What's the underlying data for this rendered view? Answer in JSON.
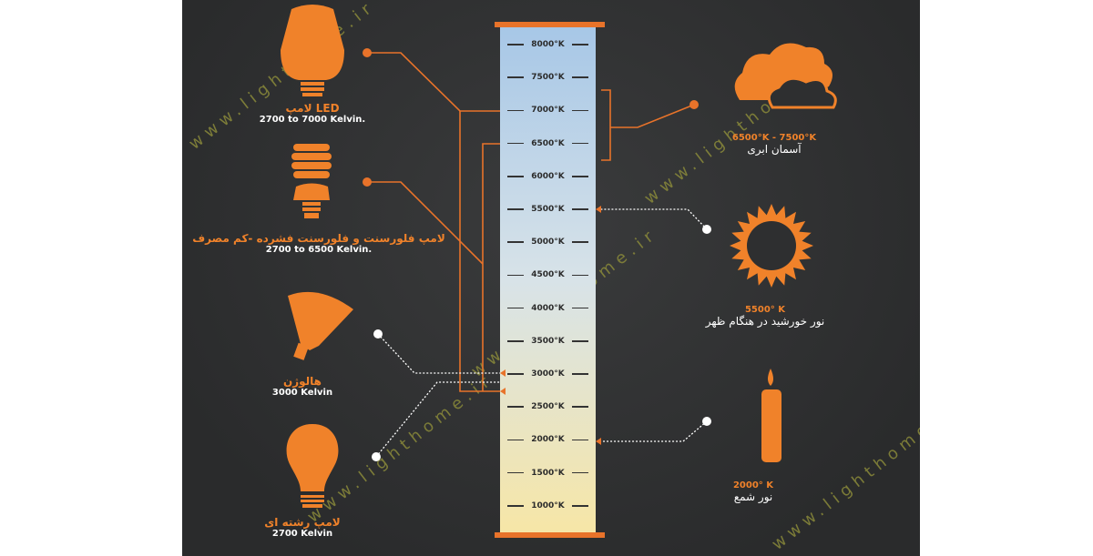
{
  "scale": {
    "ticks": [
      "8000°K",
      "7500°K",
      "7000°K",
      "6500°K",
      "6000°K",
      "5500°K",
      "5000°K",
      "4500°K",
      "4000°K",
      "3500°K",
      "3000°K",
      "2500°K",
      "2000°K",
      "1500°K",
      "1000°K"
    ]
  },
  "left_items": [
    {
      "title": "لامپ LED",
      "subtitle": "2700 to 7000  Kelvin.",
      "icon": "led-bulb-icon"
    },
    {
      "title": "لامپ فلورسنت و فلورسنت فشرده -کم مصرف",
      "subtitle": "2700 to 6500  Kelvin.",
      "icon": "cfl-bulb-icon"
    },
    {
      "title": "هالوژن",
      "subtitle": "3000 Kelvin",
      "icon": "halogen-lamp-icon"
    },
    {
      "title": "لامپ رشته ای",
      "subtitle": "2700 Kelvin",
      "icon": "incandescent-bulb-icon"
    }
  ],
  "right_items": [
    {
      "value": "6500°K - 7500°K",
      "title": "آسمان ابری",
      "icon": "cloud-icon"
    },
    {
      "value": "5500° K",
      "title": "نور خورشید در هنگام ظهر",
      "icon": "sun-icon"
    },
    {
      "value": "2000° K",
      "title": "نور شمع",
      "icon": "candle-icon"
    }
  ],
  "watermark": "www.lighthome.ir",
  "colors": {
    "accent": "#e8732a",
    "background": "#2e2f30"
  }
}
